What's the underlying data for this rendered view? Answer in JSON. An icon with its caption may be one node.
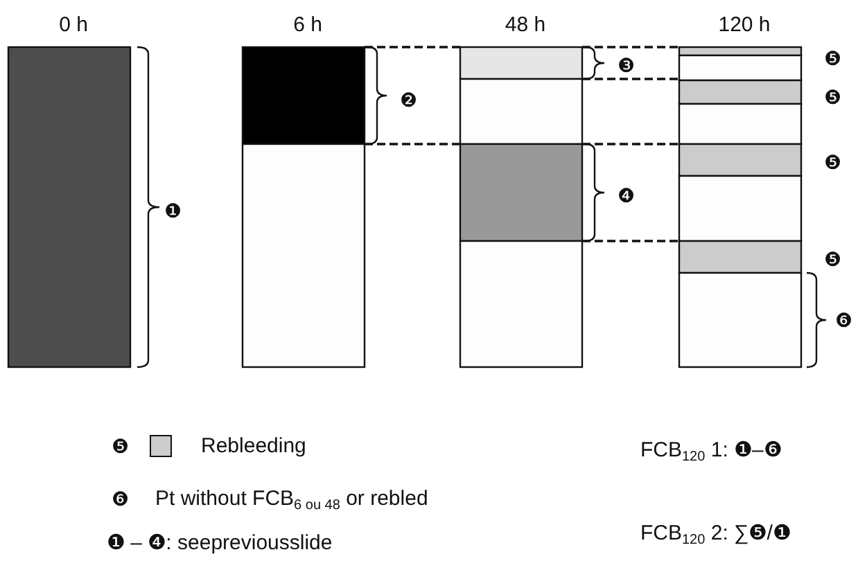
{
  "diagram": {
    "nodes": [
      {
        "text": [],
        "shape": "bar",
        "beside": [
          "0 h"
        ]
      },
      {
        "text": [],
        "shape": "bar",
        "beside": [
          "6 h"
        ]
      },
      {
        "text": [],
        "shape": "bar",
        "beside": [
          "48 h"
        ]
      },
      {
        "text": [],
        "shape": "bar",
        "beside": [
          "120 h"
        ]
      }
    ],
    "labels": [
      "❸",
      "❺",
      "❷",
      "❺",
      "❺",
      "❶",
      "❹",
      "❺",
      "❻",
      "❺",
      "❻",
      "Pt without FCB$_{6 ou 48}$ or rebled",
      "FCB$_{120}$ 1: ❶–❻",
      "❶ – ❹: seepreviousslide",
      "FCB$_{120}$ 2: ∑❺/❶"
    ],
    "legend": [
      {
        "text": "Rebleeding",
        "color": "#cccccc"
      }
    ]
  }
}
